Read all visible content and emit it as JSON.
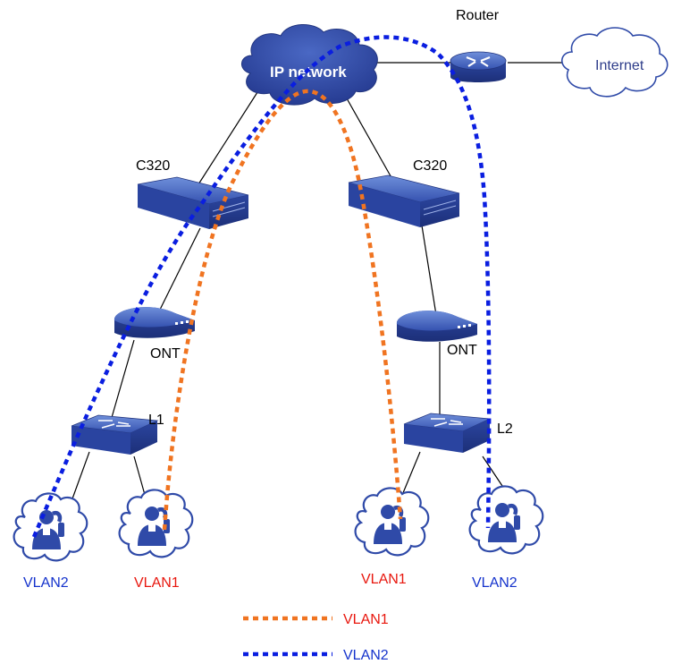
{
  "colors": {
    "device": "#2f4aa8",
    "device_dark": "#1f3380",
    "device_light": "#5f7fcf",
    "vlan1": "#f07421",
    "vlan2": "#0a1ee0",
    "vlan_text_red": "#e8170e",
    "vlan_text_blue": "#1533cc",
    "line": "#000000"
  },
  "core": {
    "cloud_label": "IP network"
  },
  "router": {
    "label": "Router"
  },
  "internet": {
    "label": "Internet"
  },
  "left_branch": {
    "olt_label": "C320",
    "ont_label": "ONT",
    "switch_label": "L1",
    "user_a": {
      "vlan": "VLAN2"
    },
    "user_b": {
      "vlan": "VLAN1"
    }
  },
  "right_branch": {
    "olt_label": "C320",
    "ont_label": "ONT",
    "switch_label": "L2",
    "user_a": {
      "vlan": "VLAN1"
    },
    "user_b": {
      "vlan": "VLAN2"
    }
  },
  "legend": {
    "vlan1": {
      "label": "VLAN1",
      "color": "#f07421"
    },
    "vlan2": {
      "label": "VLAN2",
      "color": "#0a1ee0"
    }
  },
  "icons": [
    "cloud-icon",
    "router-icon",
    "internet-cloud-icon",
    "olt-icon",
    "ont-icon",
    "switch-icon",
    "user-icon"
  ]
}
